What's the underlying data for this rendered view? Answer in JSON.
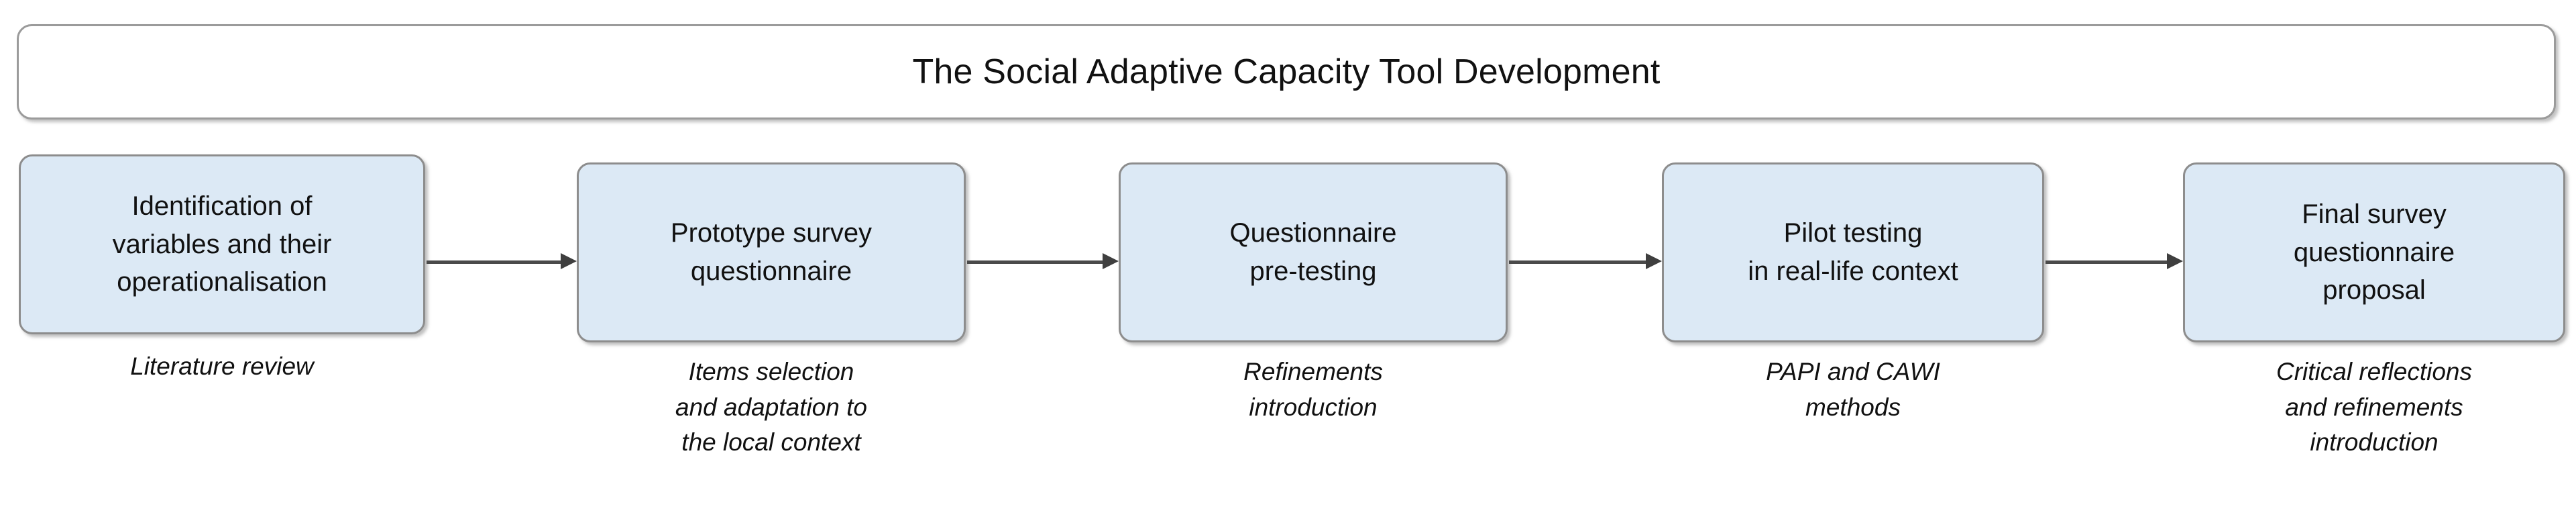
{
  "diagram": {
    "title": "The Social Adaptive Capacity Tool Development",
    "type": "process-flow",
    "direction": "left-to-right",
    "colors": {
      "node_fill": "#dce9f5",
      "node_border": "#8d8d8d",
      "title_fill": "#ffffff",
      "title_border": "#9b9b9b",
      "arrow": "#3f3f3f",
      "text": "#111111",
      "background": "#ffffff"
    },
    "steps": [
      {
        "id": "step-1",
        "label": "Identification of\nvariables and their\noperationalisation",
        "caption": "Literature review"
      },
      {
        "id": "step-2",
        "label": "Prototype survey\nquestionnaire",
        "caption": "Items selection\nand adaptation to\nthe local context"
      },
      {
        "id": "step-3",
        "label": "Questionnaire\npre-testing",
        "caption": "Refinements\nintroduction"
      },
      {
        "id": "step-4",
        "label": "Pilot testing\nin real-life context",
        "caption": "PAPI and CAWI\nmethods"
      },
      {
        "id": "step-5",
        "label": "Final survey\nquestionnaire\nproposal",
        "caption": "Critical reflections\nand refinements\nintroduction"
      }
    ],
    "connectors": [
      {
        "id": "arrow-1",
        "from": "step-1",
        "to": "step-2",
        "icon": "arrow-right-icon"
      },
      {
        "id": "arrow-2",
        "from": "step-2",
        "to": "step-3",
        "icon": "arrow-right-icon"
      },
      {
        "id": "arrow-3",
        "from": "step-3",
        "to": "step-4",
        "icon": "arrow-right-icon"
      },
      {
        "id": "arrow-4",
        "from": "step-4",
        "to": "step-5",
        "icon": "arrow-right-icon"
      }
    ]
  }
}
